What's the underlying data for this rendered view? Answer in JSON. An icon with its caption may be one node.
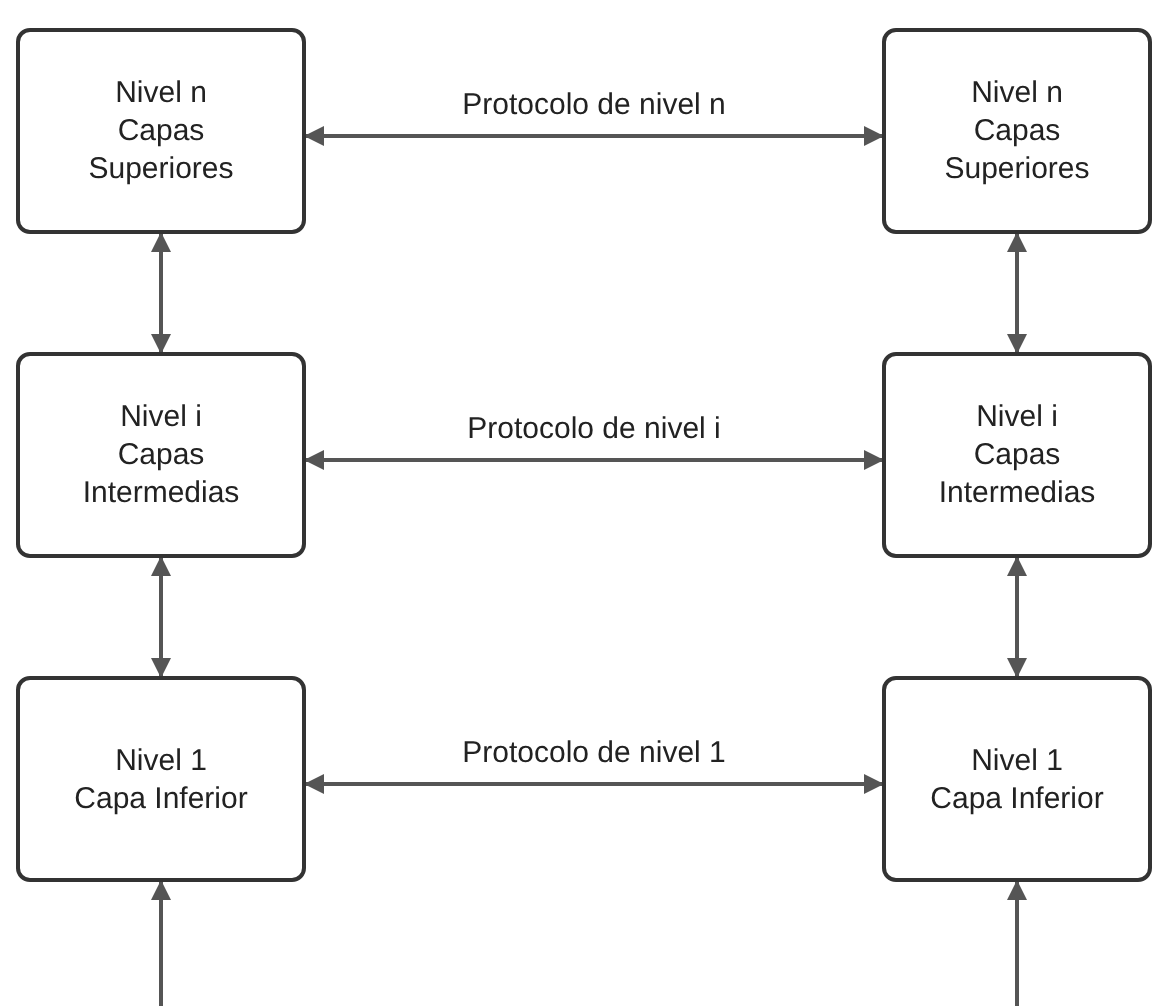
{
  "diagram": {
    "nodes": [
      {
        "text": [
          "Nivel n",
          "Capas Superiores"
        ]
      },
      {
        "text": [
          "Nivel n",
          "Capas Superiores"
        ]
      },
      {
        "text": [
          "Nivel i",
          "Capas Intermedias"
        ]
      },
      {
        "text": [
          "Nivel i",
          "Capas Intermedias"
        ]
      },
      {
        "text": [
          "Nivel 1",
          "Capa Inferior"
        ]
      },
      {
        "text": [
          "Nivel 1",
          "Capa Inferior"
        ]
      }
    ],
    "edges": [
      {
        "from": 0,
        "to": 1,
        "arrow": "both",
        "label": "Protocolo de nivel n"
      },
      {
        "from": 0,
        "to": 2,
        "arrow": "both"
      },
      {
        "from": 1,
        "to": 3,
        "arrow": "both"
      },
      {
        "from": 2,
        "to": 3,
        "arrow": "both",
        "label": "Protocolo de nivel i"
      },
      {
        "from": 2,
        "to": 4,
        "arrow": "both"
      },
      {
        "from": 3,
        "to": 5,
        "arrow": "both"
      },
      {
        "from": 4,
        "to": 5,
        "arrow": "both",
        "label": "Protocolo de nivel 1"
      },
      {
        "from": null,
        "to": 4,
        "arrow": "to"
      },
      {
        "from": null,
        "to": 5,
        "arrow": "to"
      }
    ]
  }
}
